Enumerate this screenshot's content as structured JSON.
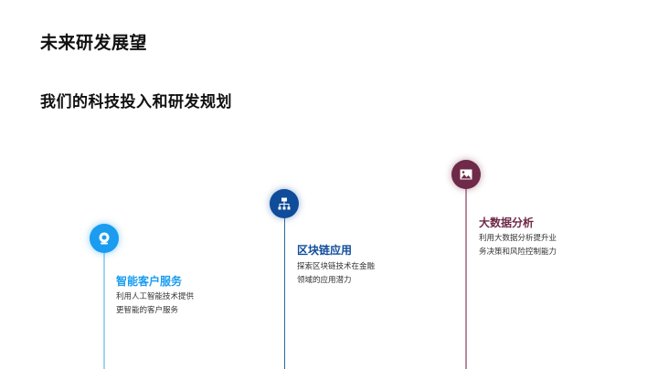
{
  "header": {
    "title": "未来研发展望",
    "subtitle": "我们的科技投入和研发规划"
  },
  "timeline": [
    {
      "icon": "webcam-icon",
      "color": "#1a9cf0",
      "title": "智能客户服务",
      "description_lines": [
        "利用人工智能技术提供",
        "更智能的客户服务"
      ]
    },
    {
      "icon": "sitemap-icon",
      "color": "#0f4c9a",
      "title": "区块链应用",
      "description_lines": [
        "探索区块链技术在金融",
        "领域的应用潜力"
      ]
    },
    {
      "icon": "image-icon",
      "color": "#6e2a48",
      "title": "大数据分析",
      "description_lines": [
        "利用大数据分析提升业",
        "务决策和风险控制能力"
      ]
    }
  ]
}
